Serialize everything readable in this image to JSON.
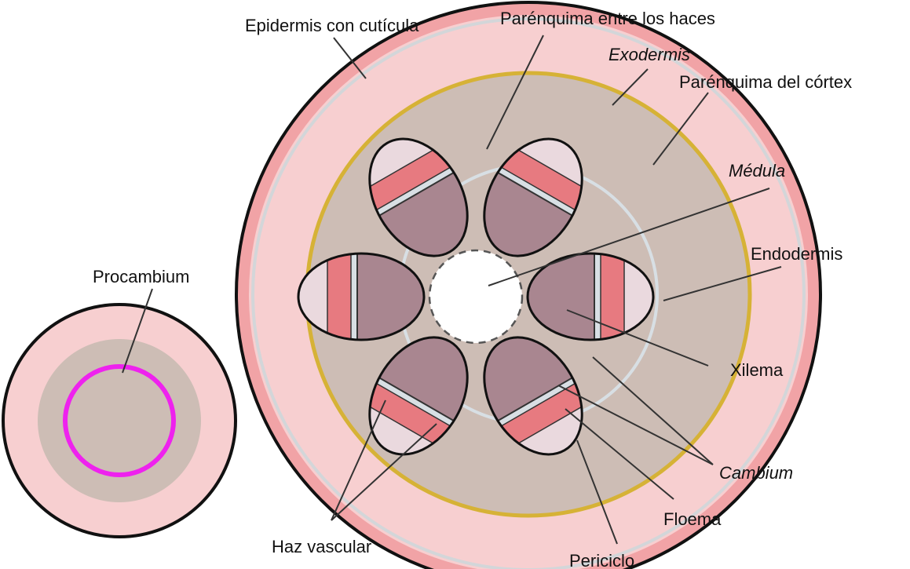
{
  "labels": {
    "epidermis": "Epidermis con cutícula",
    "parenquima_haces": "Parénquima entre los haces",
    "exodermis": "Exodermis",
    "parenquima_cortex": "Parénquima del córtex",
    "medula": "Médula",
    "endodermis": "Endodermis",
    "procambium": "Procambium",
    "xilema": "Xilema",
    "cambium": "Cambium",
    "floema": "Floema",
    "haz_vascular": "Haz vascular",
    "periciclo": "Periciclo"
  },
  "colors": {
    "cortex_fill": "#f7cfd0",
    "epidermis_ring": "#f1a3a6",
    "exodermis_ring": "#d3d6d9",
    "endodermis_ring": "#d6b236",
    "stele_fill": "#cdbdb5",
    "cambium_ring": "#d8dfe4",
    "xylem_fill": "#a98690",
    "phloem_fill": "#e77a80",
    "pericycle_fill": "#ead9de",
    "procambium_ring": "#ee22ee",
    "outline": "#111111",
    "pointer_line": "#333333"
  }
}
